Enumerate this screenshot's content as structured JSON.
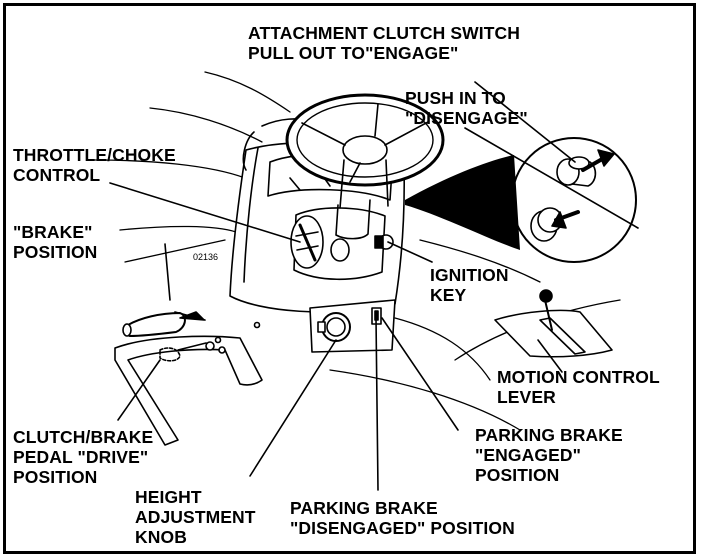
{
  "figure_code": "02136",
  "labels": {
    "attachment_clutch_switch": [
      "ATTACHMENT CLUTCH SWITCH",
      "PULL OUT TO\"ENGAGE\""
    ],
    "push_in": [
      "PUSH IN TO",
      "\"DISENGAGE\""
    ],
    "throttle_choke": [
      "THROTTLE/CHOKE",
      "CONTROL"
    ],
    "brake_position": [
      "\"BRAKE\"",
      "POSITION"
    ],
    "ignition_key": [
      "IGNITION",
      "KEY"
    ],
    "motion_control": [
      "MOTION CONTROL",
      "LEVER"
    ],
    "clutch_brake_pedal": [
      "CLUTCH/BRAKE",
      "PEDAL \"DRIVE\"",
      "POSITION"
    ],
    "parking_brake_engaged": [
      "PARKING BRAKE",
      "\"ENGAGED\"",
      "POSITION"
    ],
    "height_adjustment": [
      "HEIGHT",
      "ADJUSTMENT",
      "KNOB"
    ],
    "parking_brake_disengaged": [
      "PARKING BRAKE",
      "\"DISENGAGED\" POSITION"
    ]
  }
}
